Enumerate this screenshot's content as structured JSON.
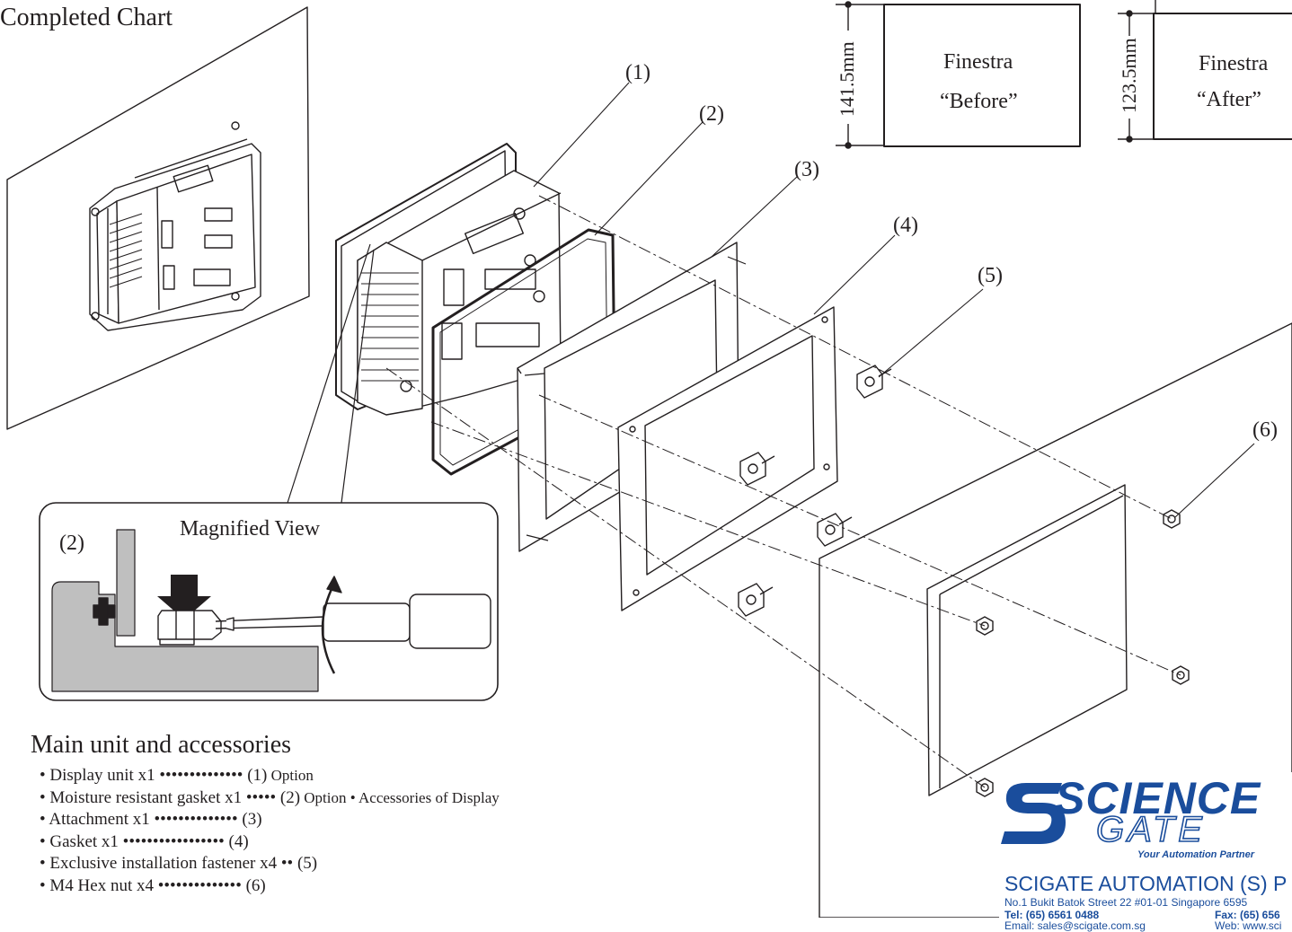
{
  "title": "Completed Chart",
  "callouts": [
    "(1)",
    "(2)",
    "(3)",
    "(4)",
    "(5)",
    "(6)"
  ],
  "magnified": {
    "title": "Magnified View",
    "part_label": "(2)"
  },
  "dimensions": {
    "before_value": "141.5mm",
    "after_value": "123.5mm",
    "box_before": {
      "line1": "Finestra",
      "line2": "“Before”"
    },
    "box_after": {
      "line1": "Finestra",
      "line2": "“After”"
    }
  },
  "accessories": {
    "heading": "Main unit and accessories",
    "items": [
      {
        "name": "• Display unit x1 •••••••••••••• ",
        "num": "(1)",
        "note": " Option"
      },
      {
        "name": "• Moisture resistant gasket x1 •••••  ",
        "num": "(2)",
        "note": " Option • Accessories of Display"
      },
      {
        "name": "• Attachment x1 ••••••••••••••  ",
        "num": "(3)",
        "note": ""
      },
      {
        "name": "• Gasket x1 •••••••••••••••••  ",
        "num": "(4)",
        "note": ""
      },
      {
        "name": "• Exclusive installation fastener x4 •• ",
        "num": "(5)",
        "note": ""
      },
      {
        "name": "• M4 Hex nut x4 •••••••••••••• ",
        "num": "(6)",
        "note": ""
      }
    ]
  },
  "logo": {
    "word1": "SCIENCE",
    "word2": "GATE",
    "tagline": "Your Automation Partner",
    "company": "SCIGATE AUTOMATION (S) P",
    "address": "No.1 Bukit Batok Street 22 #01-01 Singapore 6595",
    "tel": "Tel: (65) 6561 0488",
    "fax": "Fax: (65) 656",
    "email": "Email: sales@scigate.com.sg",
    "web": "Web: www.sci",
    "colors": {
      "brand_blue": "#1a4d9c"
    }
  }
}
